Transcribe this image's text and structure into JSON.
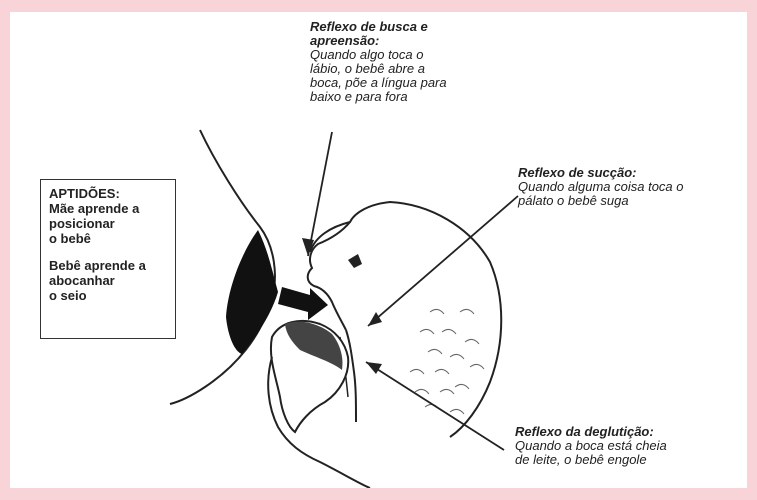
{
  "reflexes": {
    "busca": {
      "title": "Reflexo de busca e",
      "title2": "apreensão:",
      "lines": [
        "Quando algo toca o",
        "lábio, o bebê abre a",
        "boca, põe a língua para",
        "baixo e para fora"
      ]
    },
    "succao": {
      "title": "Reflexo de sucção:",
      "lines": [
        "Quando alguma coisa toca o",
        "pálato o bebê suga"
      ]
    },
    "degluticao": {
      "title": "Reflexo da deglutição:",
      "lines": [
        "Quando a boca está cheia",
        "de leite, o bebê engole"
      ]
    }
  },
  "aptidoes": {
    "heading": "APTIDÕES:",
    "mae": [
      "Mãe aprende a",
      "posicionar",
      "o bebê"
    ],
    "bebe": [
      "Bebê aprende a",
      "abocanhar",
      "o seio"
    ]
  },
  "colors": {
    "background": "#f8d3d8",
    "ink": "#222222"
  }
}
